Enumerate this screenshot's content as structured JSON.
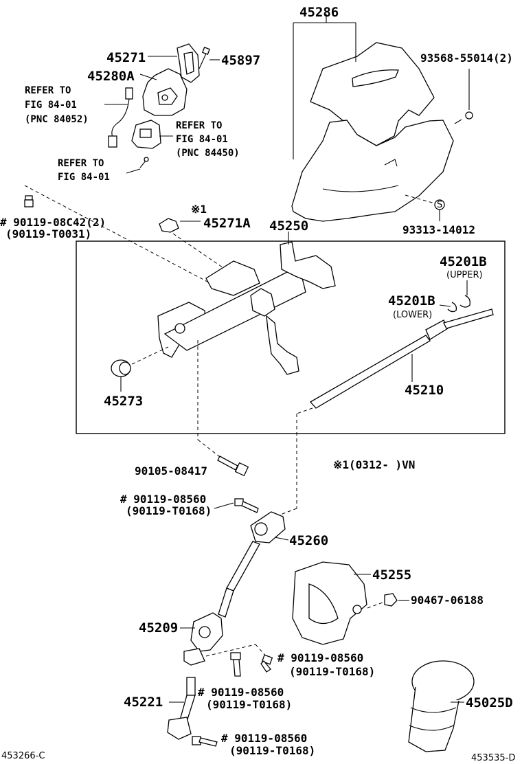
{
  "labels": {
    "p45286": "45286",
    "p45271": "45271",
    "p45897": "45897",
    "p45280A": "45280A",
    "p93568": "93568-55014(2)",
    "refer1_a": "REFER TO",
    "refer1_b": "FIG 84-01",
    "refer1_c": "(PNC 84052)",
    "refer2_a": "REFER TO",
    "refer2_b": "FIG 84-01",
    "refer2_c": "(PNC 84450)",
    "refer3_a": "REFER TO",
    "refer3_b": "FIG 84-01",
    "p90119_08C42": "# 90119-08C42(2)",
    "p90119_T0031": "(90119-T0031)",
    "mark1": "※1",
    "p45271A": "45271A",
    "p45250": "45250",
    "p93313": "93313-14012",
    "p45201B_upper": "45201B",
    "upper": "(UPPER)",
    "p45201B_lower": "45201B",
    "lower": "(LOWER)",
    "p45273": "45273",
    "p45210": "45210",
    "p90105": "90105-08417",
    "note_vn": "※1(0312-    )VN",
    "p90119_08560_a": "# 90119-08560",
    "p90119_T0168_a": "(90119-T0168)",
    "p45260": "45260",
    "p45255": "45255",
    "p90467": "90467-06188",
    "p45209": "45209",
    "p90119_08560_b": "# 90119-08560",
    "p90119_T0168_b": "(90119-T0168)",
    "p90119_08560_c": "# 90119-08560",
    "p90119_T0168_c": "(90119-T0168)",
    "p45221": "45221",
    "p45025D": "45025D",
    "p90119_08560_d": "# 90119-08560",
    "p90119_T0168_d": "(90119-T0168)",
    "code_left": "453266-C",
    "code_right": "453535-D"
  }
}
